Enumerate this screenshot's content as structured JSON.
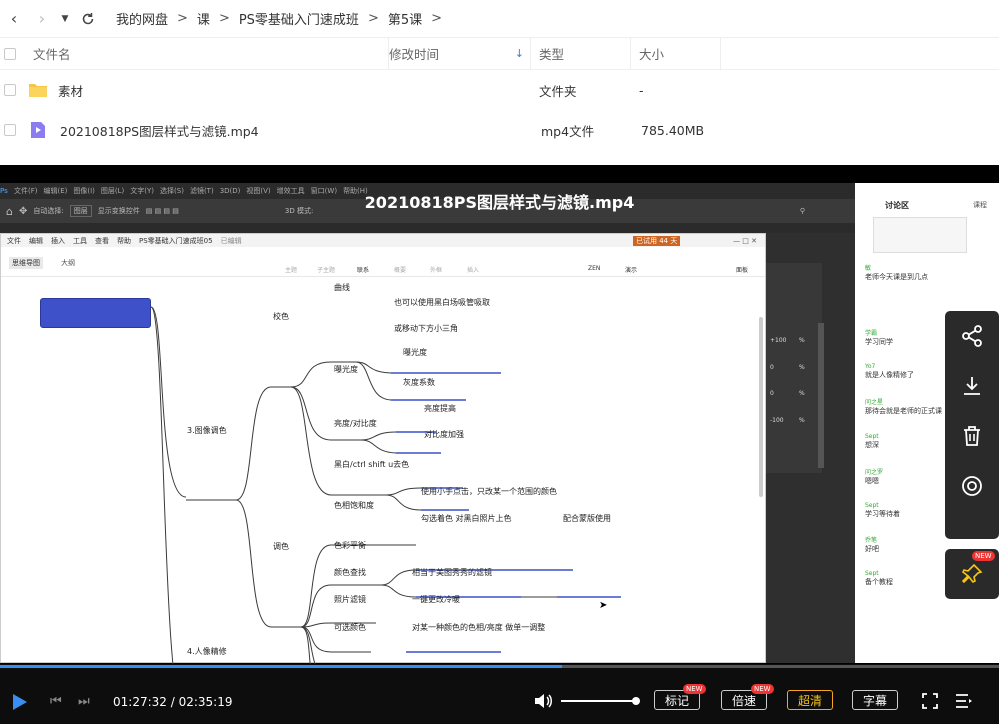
{
  "breadcrumb": [
    "我的网盘",
    "课",
    "PS零基础入门速成班",
    "第5课"
  ],
  "table": {
    "headers": {
      "name": "文件名",
      "modified": "修改时间",
      "type": "类型",
      "size": "大小"
    },
    "rows": [
      {
        "name": "素材",
        "type": "文件夹",
        "size": "-",
        "icon": "folder-icon"
      },
      {
        "name": "20210818PS图层样式与滤镜.mp4",
        "type": "mp4文件",
        "size": "785.40MB",
        "icon": "video-file-icon"
      }
    ]
  },
  "video": {
    "title": "20210818PS图层样式与滤镜.mp4",
    "time_current": "01:27:32",
    "time_total": "02:35:19",
    "progress": 0.563,
    "volume": 1.0,
    "buttons": {
      "mark": "标记",
      "speed": "倍速",
      "quality": "超清",
      "subtitle": "字幕",
      "new": "NEW"
    }
  },
  "ps": {
    "menu": [
      "文件(F)",
      "编辑(E)",
      "图像(I)",
      "图层(L)",
      "文字(Y)",
      "选择(S)",
      "滤镜(T)",
      "3D(D)",
      "视图(V)",
      "增效工具",
      "窗口(W)",
      "帮助(H)"
    ],
    "toolbar": {
      "auto_select": "自动选择:",
      "layer": "图层",
      "transform": "显示变换控件"
    },
    "mode": "3D 模式:",
    "panel_values": [
      "+100",
      "0",
      "0",
      "-100"
    ],
    "percent": "%"
  },
  "mindmap": {
    "menu": [
      "文件",
      "编辑",
      "插入",
      "工具",
      "查看",
      "帮助"
    ],
    "doc": "PS零基础入门速成班05",
    "saved": "已编辑",
    "trial": "已试用 44 天",
    "tabs": [
      "思维导图",
      "大纲"
    ],
    "tools": [
      "主题",
      "子主题",
      "联系",
      "概要",
      "外框",
      "插入"
    ],
    "right_tools": [
      "ZEN",
      "演示",
      "面板"
    ],
    "nodes": {
      "jiaose": "校色",
      "quxian": "曲线",
      "qx1": "也可以使用黑白场吸管吸取",
      "qx2": "或移动下方小三角",
      "baoguang": "曝光度",
      "bg1": "曝光度",
      "bg2": "灰度系数",
      "liangdu": "亮度/对比度",
      "ld1": "亮度提高",
      "ld2": "对比度加强",
      "tuxiang": "3.图像调色",
      "tiaose": "调色",
      "heibai": "黑白/ctrl shift u去色",
      "baohe": "色相饱和度",
      "bh1": "使用小手点击，只改某一个范围的颜色",
      "bh2": "勾选着色 对黑白照片上色",
      "bh3": "配合蒙版使用",
      "phong": "色彩平衡",
      "chazhao": "颜色查找",
      "cz1": "相当于美图秀秀的滤镜",
      "lvjing": "照片滤镜",
      "lj1": "一键更改冷暖",
      "kexuan": "可选颜色",
      "kx1": "对某一种颜色的色相/亮度 做单一调整",
      "renxiang": "4.人像精修"
    }
  },
  "chat": {
    "header": "讨论区",
    "hint": "课程",
    "messages": [
      {
        "name": "敏",
        "text": "老师今天课是到几点"
      },
      {
        "name": "学霸",
        "text": "学习同学"
      },
      {
        "name": "Yo7",
        "text": "就是人像精修了"
      },
      {
        "name": "问之星",
        "text": "那待会就是老师的正式课"
      },
      {
        "name": "Sept",
        "text": "想深"
      },
      {
        "name": "问之罗",
        "text": "嗯嗯"
      },
      {
        "name": "Sept",
        "text": "学习等待着"
      },
      {
        "name": "乔笔",
        "text": "好吧"
      },
      {
        "name": "Sept",
        "text": "备个教程"
      }
    ]
  }
}
